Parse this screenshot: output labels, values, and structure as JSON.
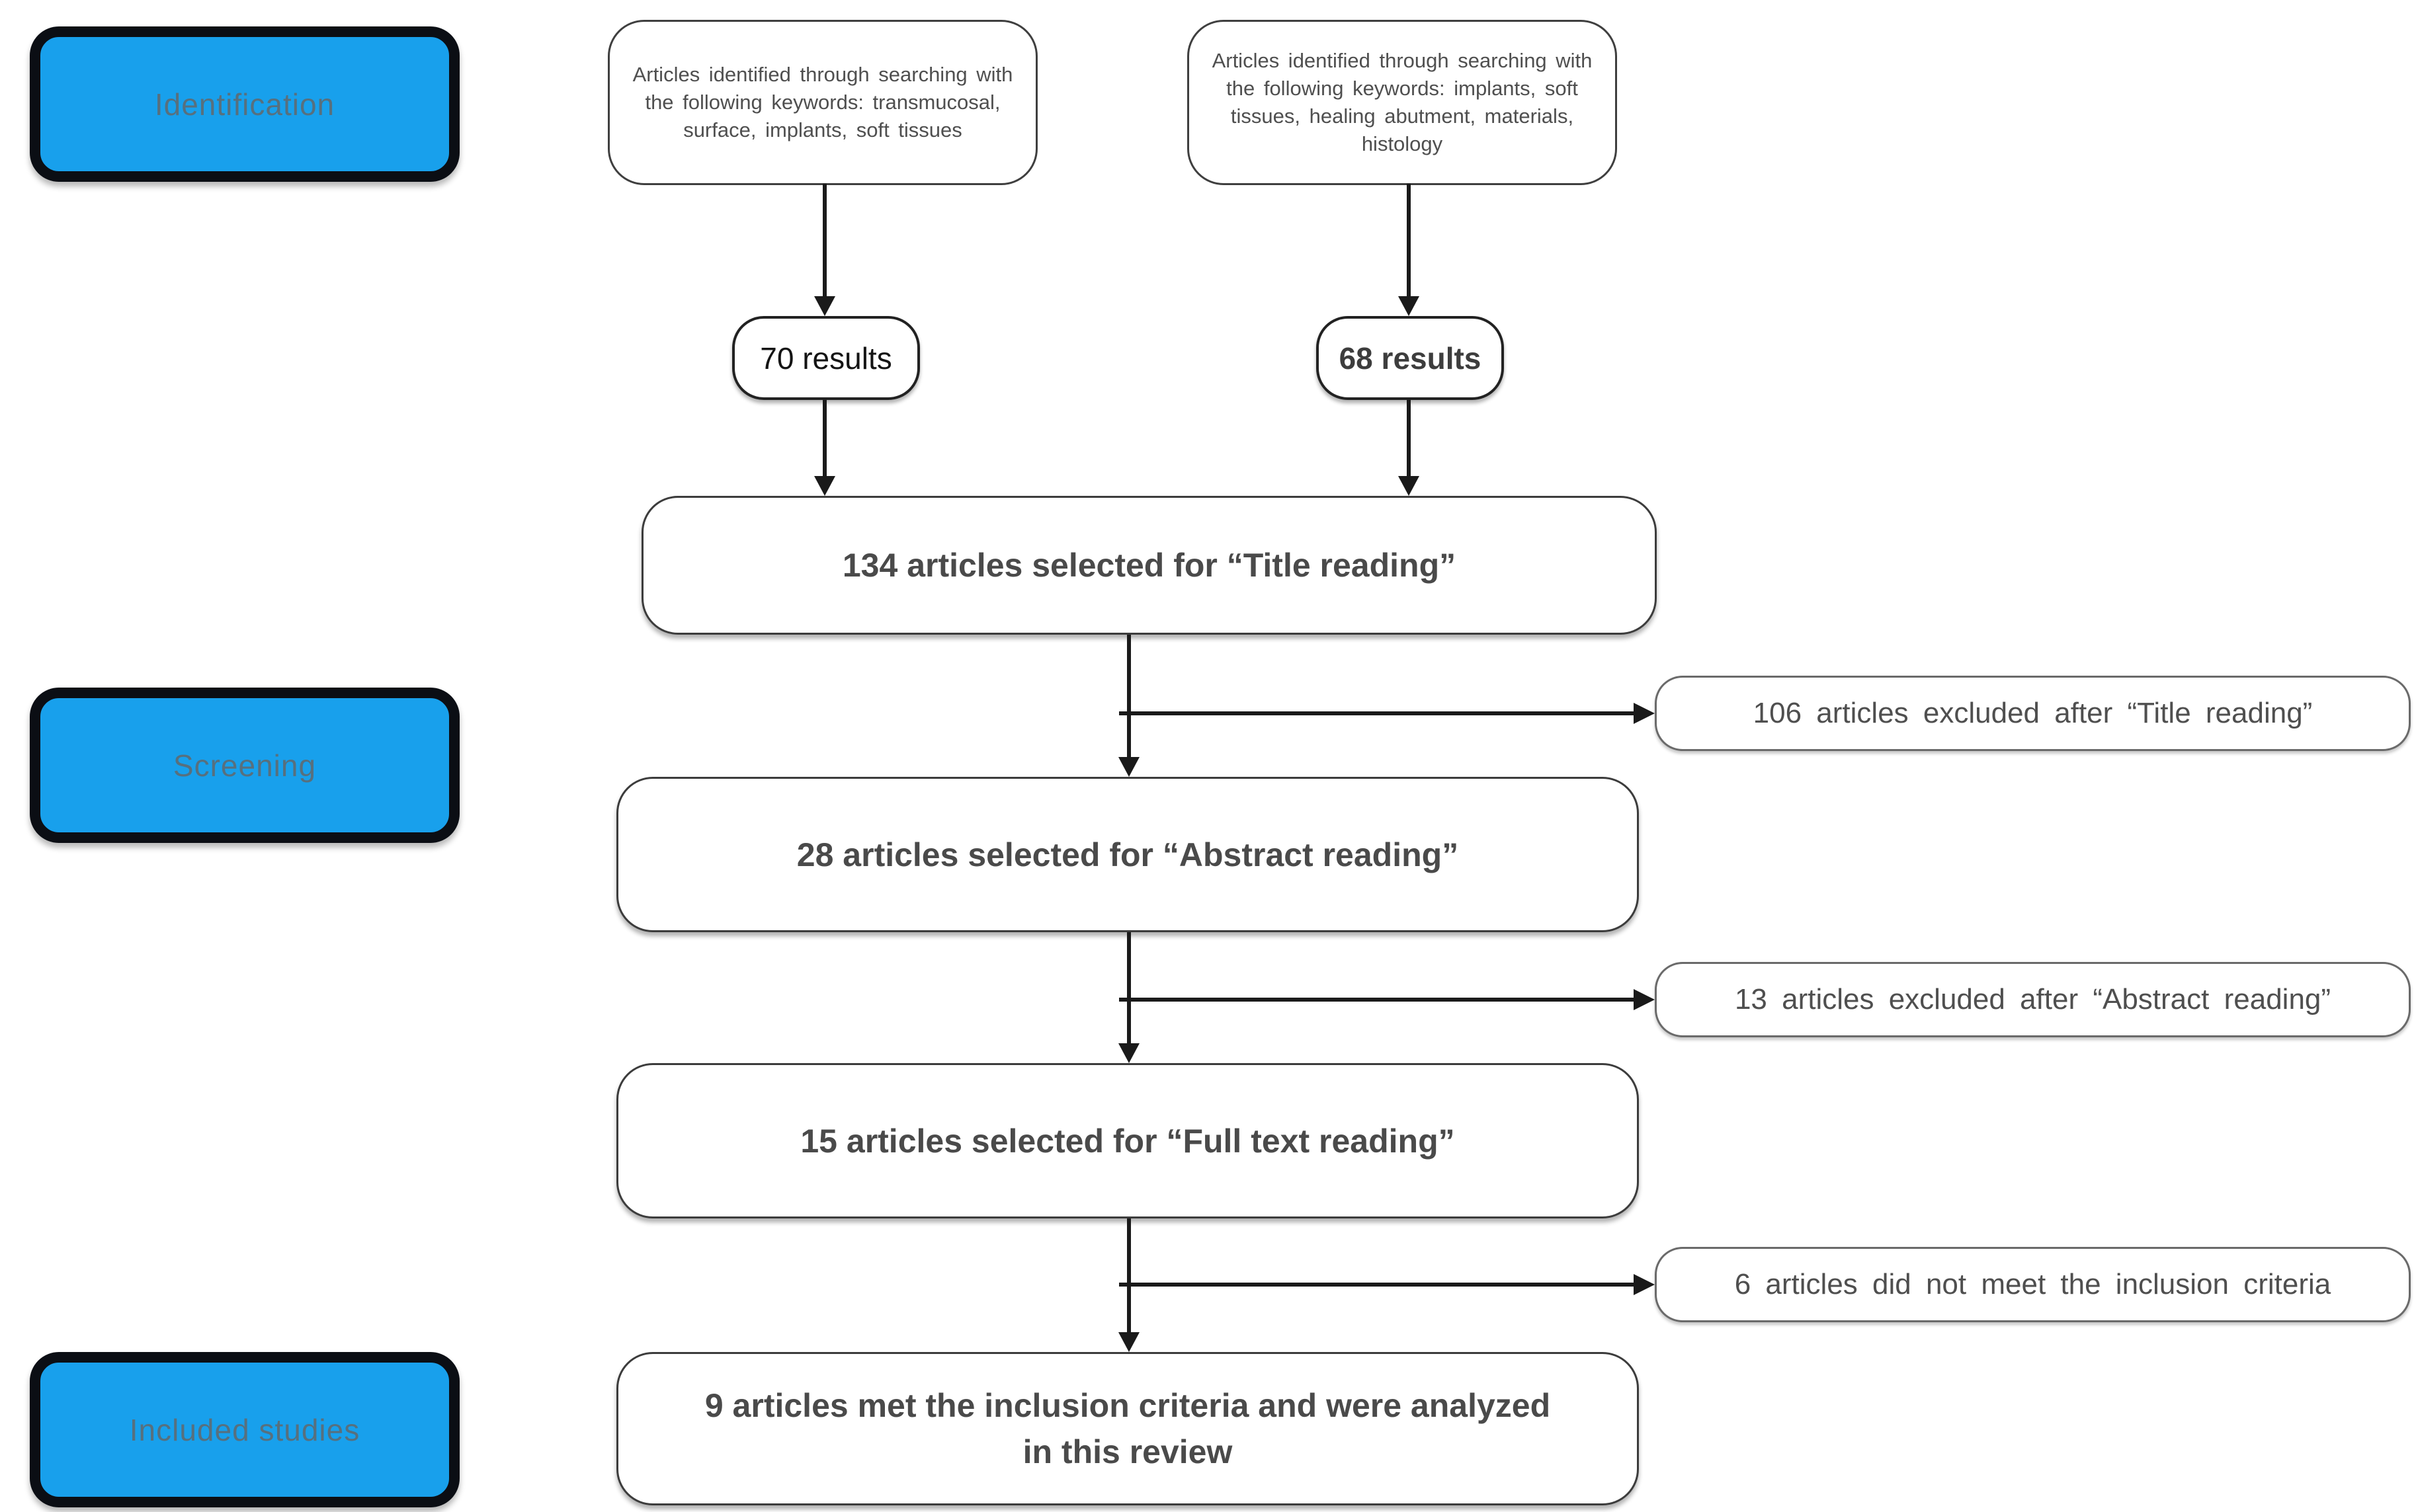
{
  "stages": {
    "identification": "Identification",
    "screening": "Screening",
    "included": "Included studies"
  },
  "sources": {
    "left": {
      "lines": [
        "Articles identified through searching with",
        "the following keywords: transmucosal,",
        "surface, implants, soft tissues"
      ],
      "results": "70 results"
    },
    "right": {
      "lines": [
        "Articles identified through searching with",
        "the following keywords: implants, soft",
        "tissues, healing abutment, materials,",
        "histology"
      ],
      "results": "68 results"
    }
  },
  "flow": {
    "title_reading": "134 articles selected for “Title reading”",
    "abstract_reading": "28 articles selected for “Abstract reading”",
    "full_text_reading": "15 articles selected for “Full text reading”",
    "included_line1": "9 articles met the inclusion criteria and were analyzed",
    "included_line2": "in this review"
  },
  "exclusions": {
    "title": "106 articles excluded after “Title reading”",
    "abstract": "13 articles excluded after “Abstract reading”",
    "full_text": "6 articles did not meet the inclusion criteria"
  },
  "colors": {
    "stage_fill": "#18A0EC",
    "stage_border": "#0B0E14",
    "stage_text": "#57707E",
    "line": "#1A1A1A",
    "flow_text": "#4A4A4A",
    "exclusion_text": "#4F4F4F"
  }
}
